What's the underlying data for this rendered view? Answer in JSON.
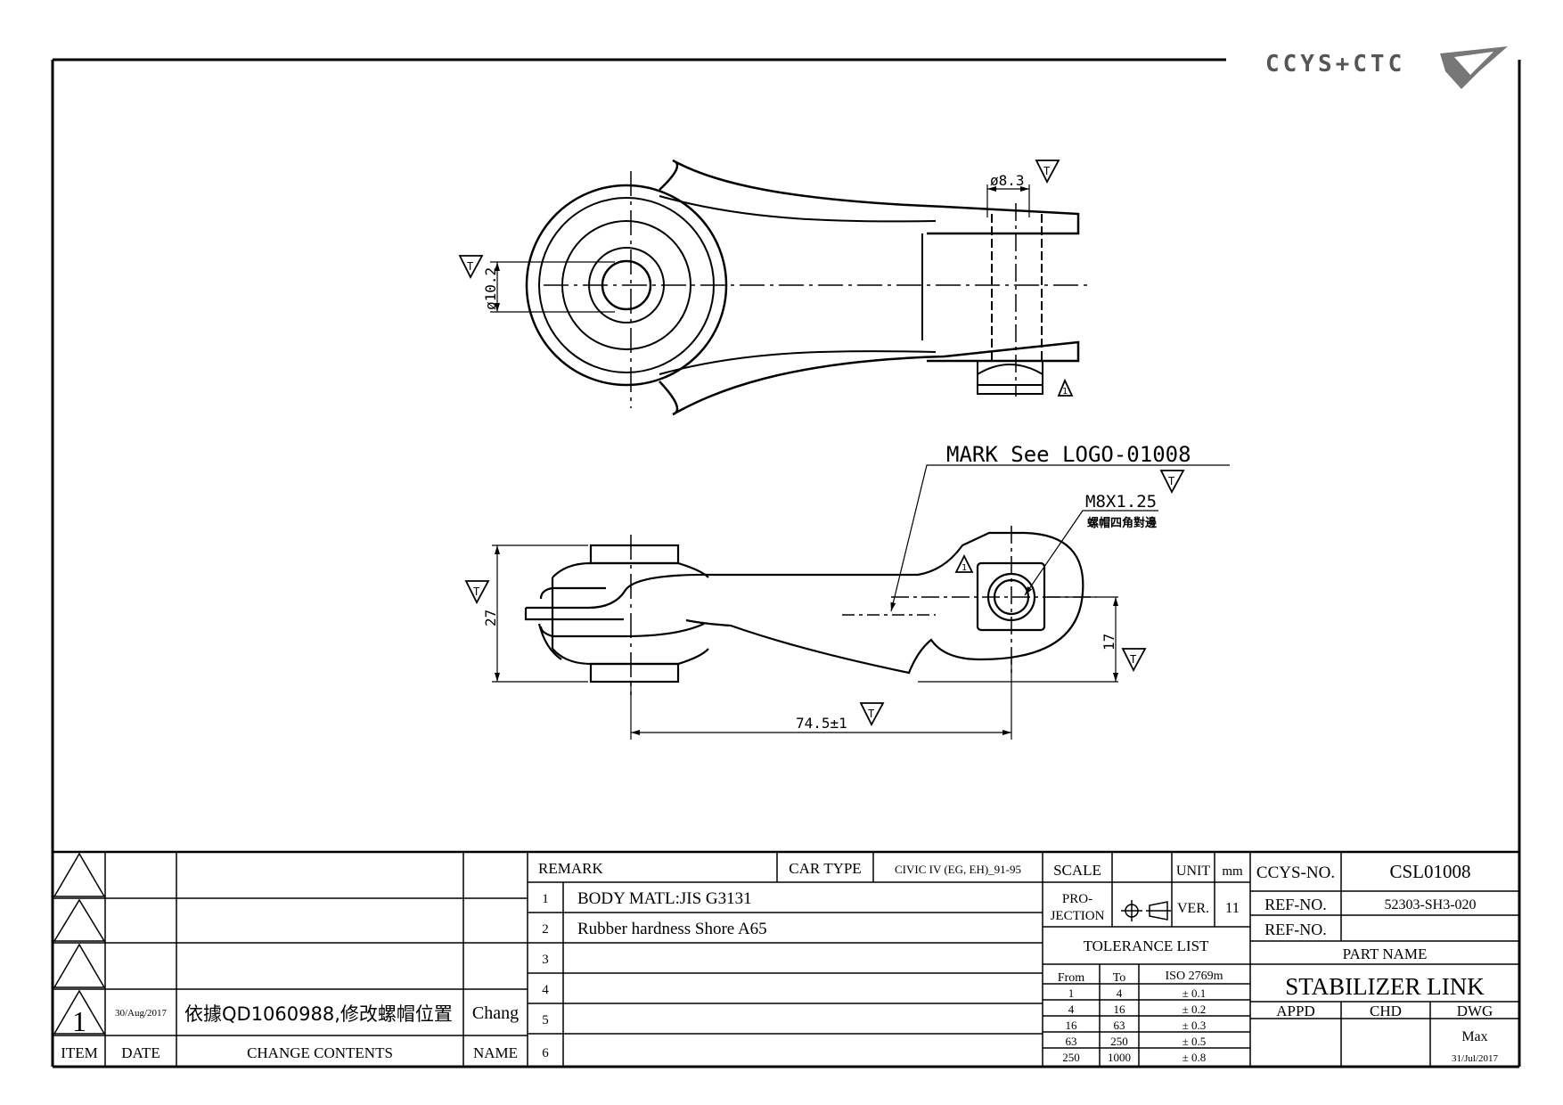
{
  "brand": {
    "logo_text": "CCYS+CTC"
  },
  "drawing": {
    "dim_hole_top": "ø8.3",
    "dim_hole_left": "ø10.2",
    "mark_note": "MARK See LOGO-01008",
    "thread_note": "M8X1.25",
    "nut_note": "螺帽四角對邊",
    "dim_height": "27",
    "dim_offset": "17",
    "dim_length": "74.5±1",
    "inspection_symbol": "T",
    "critical_symbol": "1"
  },
  "revision_block": {
    "headers": {
      "item": "ITEM",
      "date": "DATE",
      "change": "CHANGE CONTENTS",
      "name": "NAME"
    },
    "rows": [
      {
        "item": "",
        "date": "",
        "change": "",
        "name": ""
      },
      {
        "item": "",
        "date": "",
        "change": "",
        "name": ""
      },
      {
        "item": "",
        "date": "",
        "change": "",
        "name": ""
      },
      {
        "item": "1",
        "date": "30/Aug/2017",
        "change": "依據QD1060988,修改螺帽位置",
        "name": "Chang"
      }
    ]
  },
  "remarks": {
    "header": "REMARK",
    "car_type_label": "CAR TYPE",
    "car_type_value": "CIVIC IV (EG, EH)_91-95",
    "items": [
      {
        "no": "1",
        "text": "BODY MATL:JIS G3131"
      },
      {
        "no": "2",
        "text": "Rubber hardness Shore A65"
      },
      {
        "no": "3",
        "text": ""
      },
      {
        "no": "4",
        "text": ""
      },
      {
        "no": "5",
        "text": ""
      },
      {
        "no": "6",
        "text": ""
      }
    ]
  },
  "specs": {
    "scale_label": "SCALE",
    "scale_value": "",
    "unit_label": "UNIT",
    "unit_value": "mm",
    "projection_label_1": "PRO-",
    "projection_label_2": "JECTION",
    "ver_label": "VER.",
    "ver_value": "11"
  },
  "tolerance": {
    "title": "TOLERANCE LIST",
    "headers": {
      "from": "From",
      "to": "To",
      "iso": "ISO 2769m"
    },
    "rows": [
      {
        "from": "1",
        "to": "4",
        "tol": "± 0.1"
      },
      {
        "from": "4",
        "to": "16",
        "tol": "± 0.2"
      },
      {
        "from": "16",
        "to": "63",
        "tol": "± 0.3"
      },
      {
        "from": "63",
        "to": "250",
        "tol": "± 0.5"
      },
      {
        "from": "250",
        "to": "1000",
        "tol": "± 0.8"
      }
    ]
  },
  "title_block": {
    "ccys_no_label": "CCYS-NO.",
    "ccys_no_value": "CSL01008",
    "ref_no_label": "REF-NO.",
    "ref_no_value": "52303-SH3-020",
    "ref_no2_label": "REF-NO.",
    "ref_no2_value": "",
    "part_name_label": "PART NAME",
    "part_name_value": "STABILIZER LINK",
    "appd_label": "APPD",
    "chd_label": "CHD",
    "dwg_label": "DWG",
    "dwg_name": "Max",
    "dwg_date": "31/Jul/2017"
  }
}
